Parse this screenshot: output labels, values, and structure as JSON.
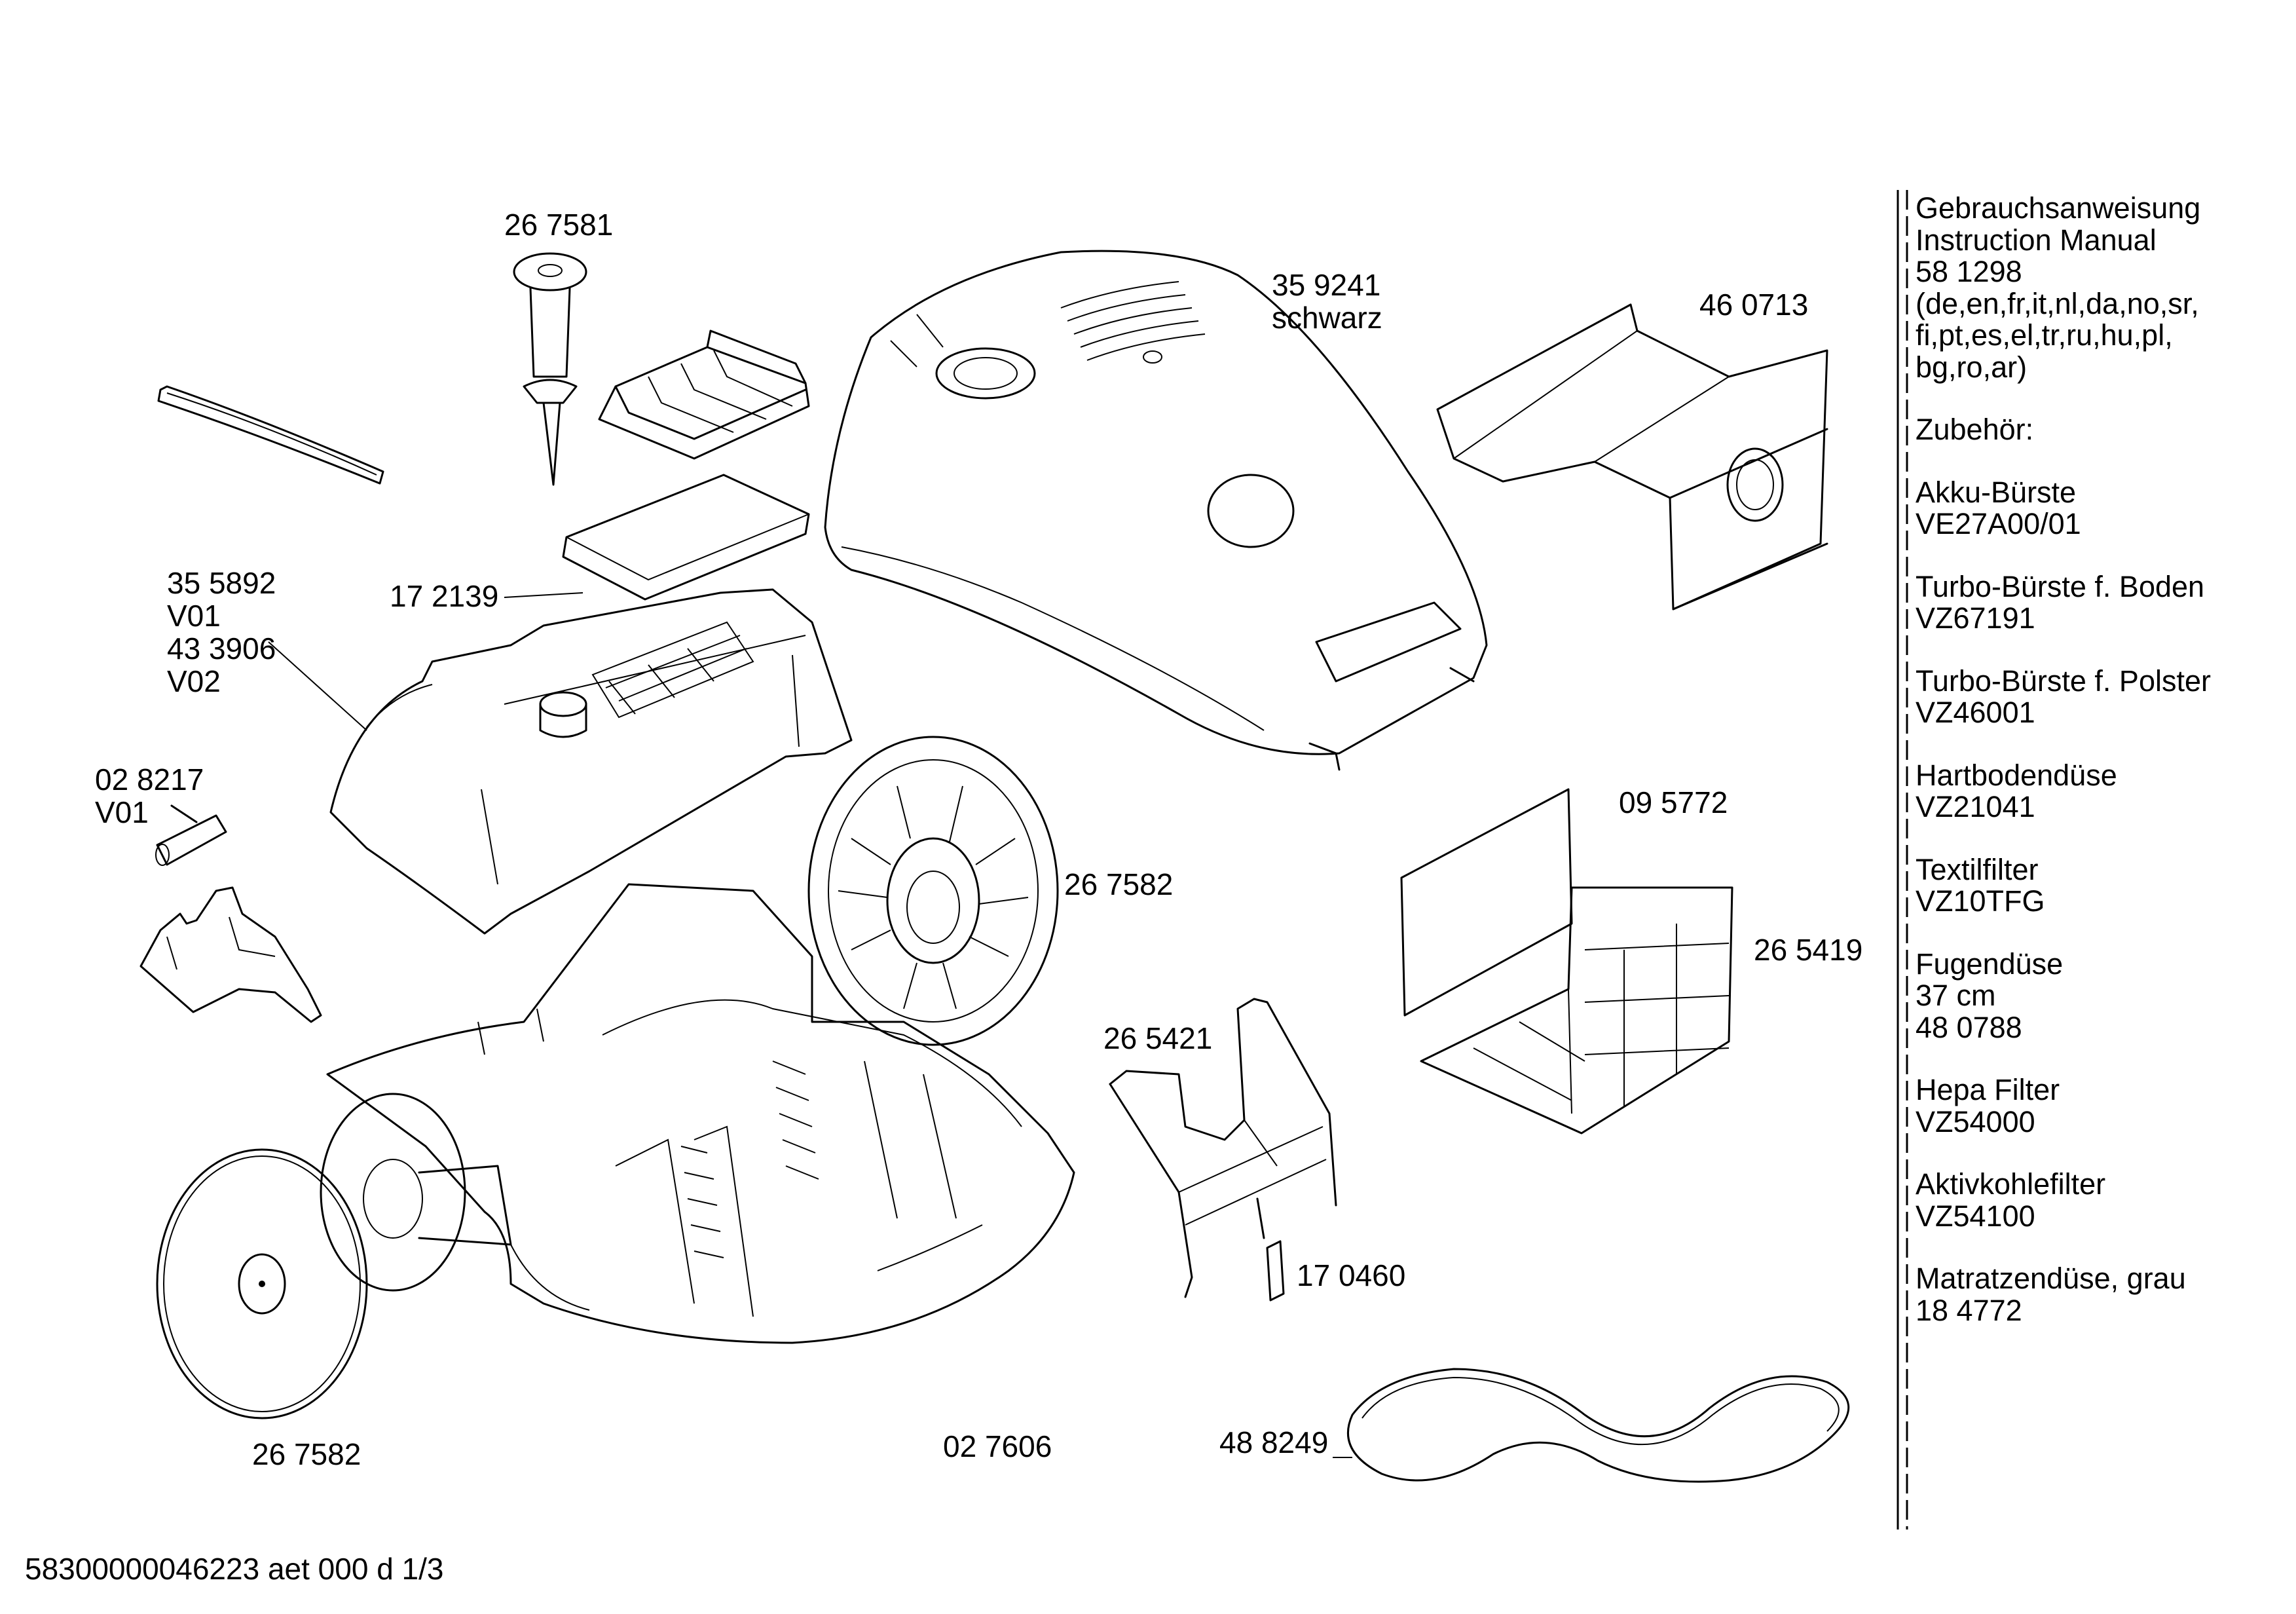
{
  "part_labels": {
    "p267581": "26 7581",
    "p359241": "35 9241",
    "schwarz": "schwarz",
    "p460713": "46 0713",
    "p355892": "35 5892",
    "v01a": "V01",
    "p433906": "43 3906",
    "v02": "V02",
    "p172139": "17 2139",
    "p028217": "02 8217",
    "v01b": "V01",
    "p095772": "09 5772",
    "p267582_right": "26 7582",
    "p265419": "26 5419",
    "p265421": "26 5421",
    "p170460": "17 0460",
    "p267582_bottom": "26 7582",
    "p027606": "02 7606",
    "p488249": "48 8249"
  },
  "sidebar": {
    "entries": [
      {
        "lines": [
          "Gebrauchsanweisung",
          "Instruction Manual",
          "58 1298",
          "(de,en,fr,it,nl,da,no,sr,",
          "fi,pt,es,el,tr,ru,hu,pl,",
          "bg,ro,ar)"
        ]
      },
      {
        "lines": [
          "Zubehör:"
        ]
      },
      {
        "lines": [
          "Akku-Bürste",
          "VE27A00/01"
        ]
      },
      {
        "lines": [
          "Turbo-Bürste f. Boden",
          "VZ67191"
        ]
      },
      {
        "lines": [
          "Turbo-Bürste f. Polster",
          "VZ46001"
        ]
      },
      {
        "lines": [
          "Hartbodendüse",
          "VZ21041"
        ]
      },
      {
        "lines": [
          "Textilfilter",
          "VZ10TFG"
        ]
      },
      {
        "lines": [
          "Fugendüse",
          "37 cm",
          "48 0788"
        ]
      },
      {
        "lines": [
          "Hepa Filter",
          "VZ54000"
        ]
      },
      {
        "lines": [
          "Aktivkohlefilter",
          "VZ54100"
        ]
      },
      {
        "lines": [
          "Matratzendüse, grau",
          "18 4772"
        ]
      }
    ]
  },
  "footer": {
    "doc_id": "58300000046223 aet 000 d 1/3"
  }
}
